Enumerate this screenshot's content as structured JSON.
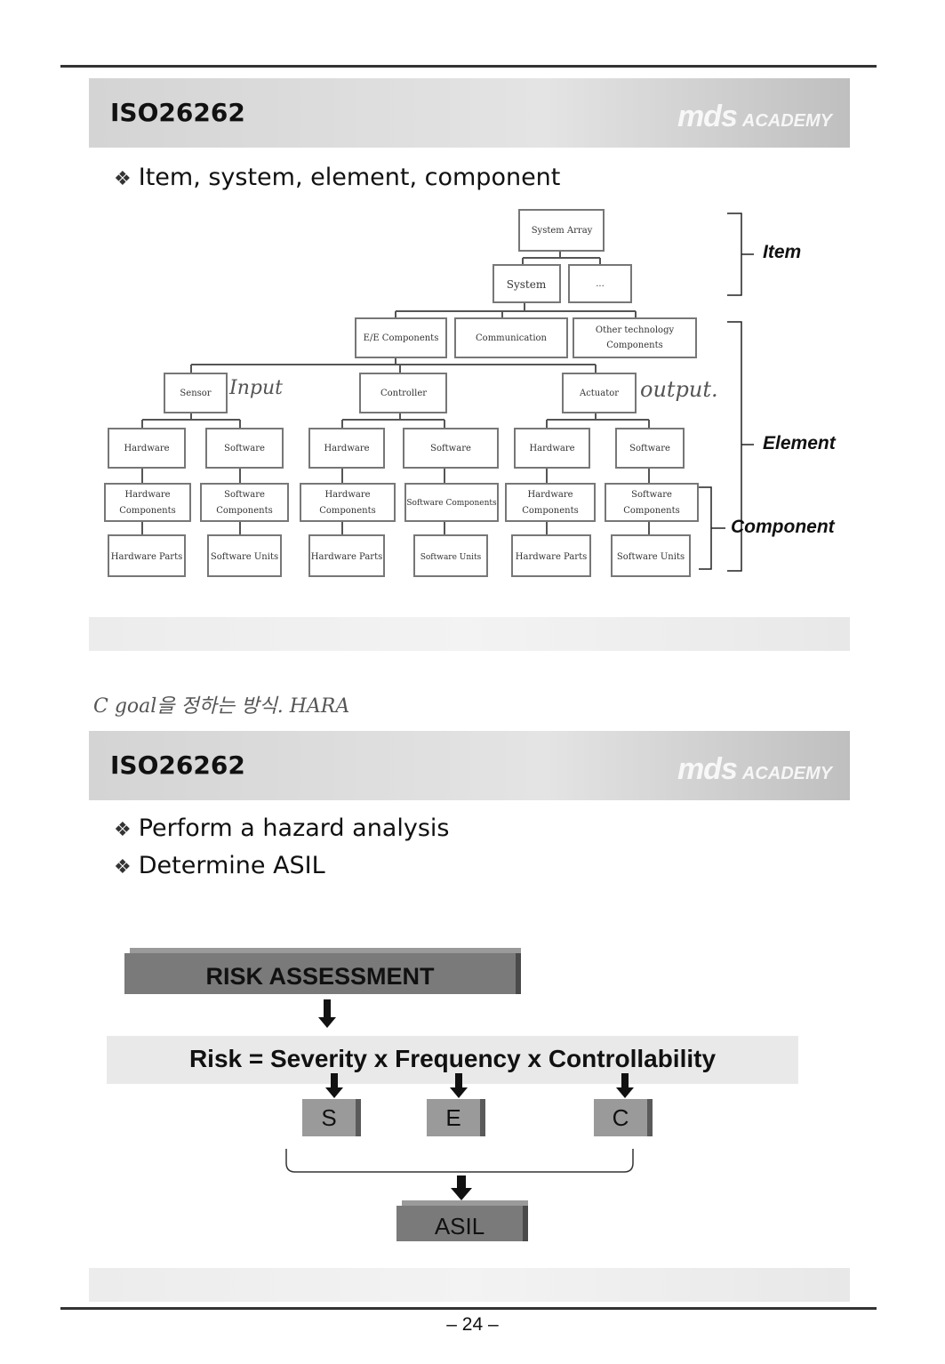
{
  "slide1": {
    "title": "ISO26262",
    "brand_main": "mds",
    "brand_sub": "ACADEMY",
    "bullets": [
      "Item, system, element, component"
    ],
    "hierarchy": {
      "system_array": "System Array",
      "system": "System",
      "ellipsis": "...",
      "ee_components": "E/E Components",
      "communication": "Communication",
      "other_tech_line1": "Other technology",
      "other_tech_line2": "Components",
      "sensor": "Sensor",
      "controller": "Controller",
      "actuator": "Actuator",
      "hardware": "Hardware",
      "software": "Software",
      "hw_components_line1": "Hardware",
      "hw_components_line2": "Components",
      "sw_components_line1": "Software",
      "sw_components_line2": "Components",
      "sw_components_single": "Software Components",
      "hardware_parts": "Hardware Parts",
      "software_units": "Software Units"
    },
    "labels": {
      "item": "Item",
      "element": "Element",
      "component": "Component"
    },
    "handwritten": {
      "input": "Input",
      "output": "output."
    }
  },
  "note_handwritten": "C  goal을 정하는 방식.  HARA",
  "slide2": {
    "title": "ISO26262",
    "brand_main": "mds",
    "brand_sub": "ACADEMY",
    "bullets": [
      "Perform a hazard analysis",
      "Determine ASIL"
    ],
    "risk_assessment": "RISK ASSESSMENT",
    "formula": "Risk = Severity x Frequency x Controllability",
    "s": "S",
    "e": "E",
    "c": "C",
    "asil": "ASIL"
  },
  "page_number": "– 24 –"
}
